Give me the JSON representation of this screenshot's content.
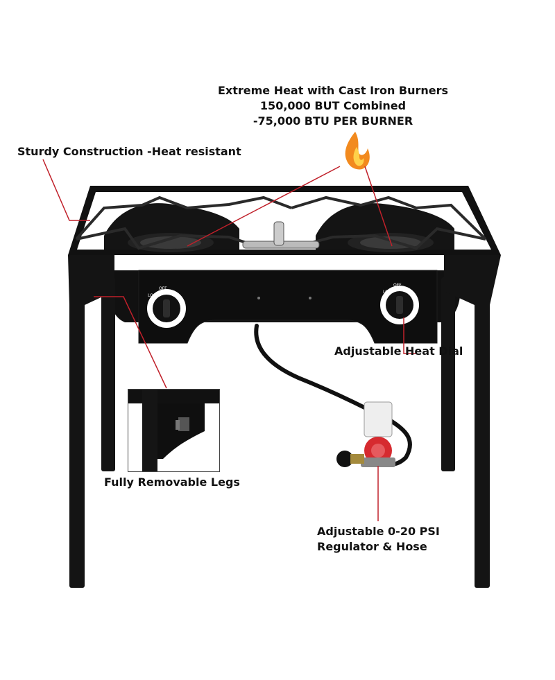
{
  "annotations": {
    "heat_line_1": "Extreme Heat with Cast Iron Burners",
    "heat_line_2": "150,000 BUT Combined",
    "heat_line_3": "-75,000 BTU PER BURNER",
    "sturdy": "Sturdy Construction -Heat resistant",
    "dial": "Adjustable Heat Dial",
    "legs": "Fully Removable Legs",
    "regulator_line_1": "Adjustable 0-20 PSI",
    "regulator_line_2": "Regulator & Hose"
  },
  "knob_labels": {
    "off": "OFF",
    "lo": "LO"
  },
  "colors": {
    "stove": "#0d0d0d",
    "callout_line": "#c0202a",
    "flame_orange": "#f28a1e",
    "regulator_red": "#d62a2f"
  }
}
